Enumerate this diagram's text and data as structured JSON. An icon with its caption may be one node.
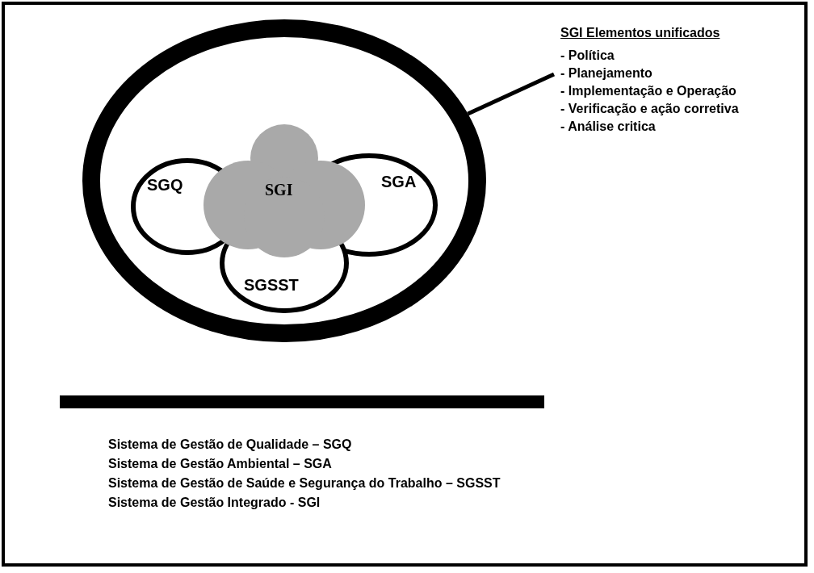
{
  "diagram": {
    "nodes": [
      {
        "text": [],
        "shape": "circle"
      },
      {
        "text": [
          "SGQ"
        ],
        "in": 0
      },
      {
        "text": [
          "SGA"
        ],
        "in": 0
      },
      {
        "text": [
          "SGSST"
        ],
        "in": 0
      },
      {
        "text": [
          "SGI"
        ],
        "in": 0
      },
      {
        "text": [
          "SGI Elementos unificados",
          "- Política",
          "- Planejamento",
          "- Implementação e Operação",
          "- Verificação e ação corretiva",
          "- Análise critica"
        ]
      },
      {
        "text": [],
        "shape": "bar"
      }
    ],
    "edges": [
      {
        "from": 5,
        "to": 0,
        "arrow": "none"
      }
    ],
    "labels": [
      "Sistema de Gestão de Qualidade – SGQ",
      "Sistema de Gestão Ambiental – SGA",
      "Sistema de Gestão de Saúde e Segurança do Trabalho – SGSST",
      "Sistema de Gestão Integrado - SGI"
    ]
  }
}
